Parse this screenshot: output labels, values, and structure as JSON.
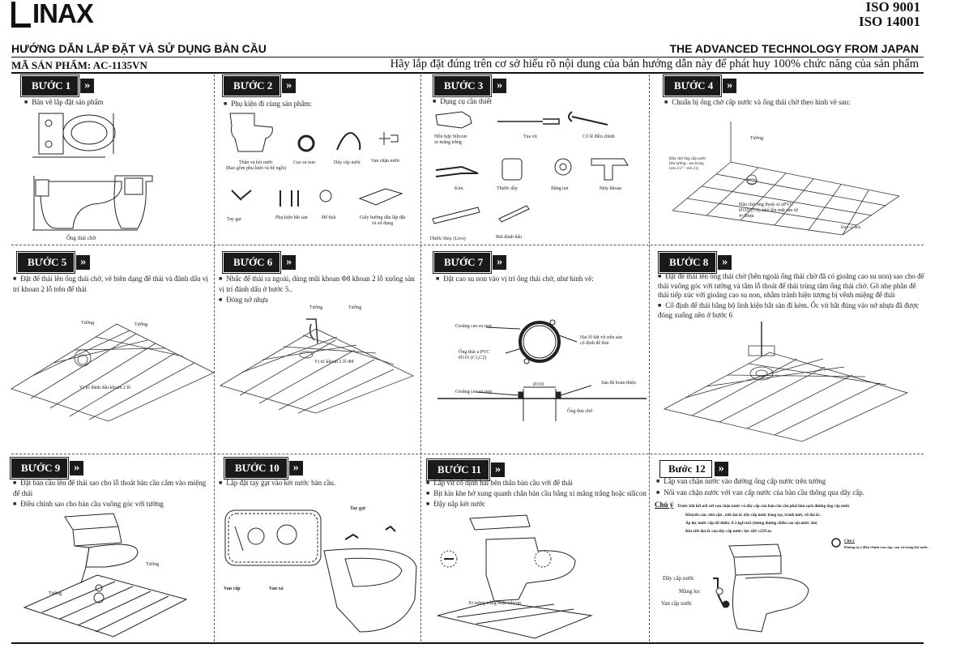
{
  "header": {
    "brand": "INAX",
    "iso1": "ISO  9001",
    "iso2": "ISO  14001",
    "title_vn": "HƯỚNG DẪN LẮP ĐẶT VÀ SỬ DỤNG BÀN CẦU",
    "title_en": "THE ADVANCED TECHNOLOGY FROM JAPAN",
    "product_code": "MÃ SẢN PHẨM: AC-1135VN",
    "slogan": "Hãy lắp đặt đúng trên cơ sở hiểu rõ nội dung của bản hướng dẫn này để phát huy 100% chức năng của sản phẩm"
  },
  "steps": {
    "s1": {
      "badge": "BƯỚC 1",
      "text": "Bản vẽ lắp đặt sản phẩm",
      "caption": "Ống thải chờ"
    },
    "s2": {
      "badge": "BƯỚC 2",
      "text": "Phụ kiện đi cùng sản phẩm:",
      "items": [
        "Thân và két nước\n(Bao gồm phụ kiện và bệ ngồi)",
        "Cao su non",
        "Dây cấp nước",
        "Van chặn nước",
        "Tay gạt",
        "Phụ kiện bắt sàn",
        "Đế thải",
        "Giấy hướng dẫn lắp đặt\nvà sử dụng"
      ]
    },
    "s3": {
      "badge": "BƯỚC 3",
      "text": "Dụng cụ cần thiết",
      "tools": [
        "Hỗn hợp Silicon/\nxi-măng trắng",
        "Tua vít",
        "Cờ lê điều chỉnh",
        "Kìm",
        "Thước dây",
        "Băng tan",
        "Máy khoan",
        "Thước thủy (Livo)",
        "Bút đánh dấu"
      ]
    },
    "s4": {
      "badge": "BƯỚC 4",
      "text": "Chuẩn bị ống chờ cấp nước và ống thải chờ theo hình vẽ sau:",
      "wall": "Tường",
      "note1": "Đầu chờ ống cấp nước\nbên tường - ren trong\n(ren 1/2\" - ren 21)",
      "note2": "Đầu chờ ống thoát xí uPVC\nØ110 (C3), nhô lên mặt sàn từ\n4~5mm",
      "unit": "Đơn vị: mm"
    },
    "s5": {
      "badge": "BƯỚC 5",
      "text": "Đặt đế thải lên ống thải chờ, vẽ biên dạng đế thải và đánh dấu vị trí khoan 2 lỗ trên đế thải",
      "wall": "Tường",
      "note": "Vị trí đánh dấu khoan 2 lỗ"
    },
    "s6": {
      "badge": "BƯỚC 6",
      "text": "Nhấc đế thải ra ngoài, dùng mũi khoan Φ8 khoan 2 lỗ xuống sàn vị trí đánh dấu ở bước 5..",
      "text2": "Đóng nở nhựa",
      "wall": "Tường",
      "note": "Vị trí khoan 2 lỗ Φ8"
    },
    "s7": {
      "badge": "BƯỚC 7",
      "text": "Đặt cao su non vào vị trí ống thải chờ, như hình vẽ:",
      "l1": "Gioăng cao su non",
      "l2": "Ống thải u.PVC\nØ110 (C1,C2)",
      "l3": "Hai lỗ bắt vít trên sàn\ncố định để thải",
      "l4": "Ø110",
      "l5": "Sàn đã hoàn thiện",
      "l6": "Gioăng cao su non",
      "l7": "Ống thải chờ"
    },
    "s8": {
      "badge": "BƯỚC 8",
      "text": "Đặt đế thải lên ống thải chờ (bên ngoài ống thải chờ đã có gioăng cao su non) sao cho đế thải vuông góc với tường và tâm lỗ thoát để thải trùng tâm ống thải chờ. Gõ nhẹ phần đế thải tiếp xúc với gioăng cao su non, nhằm tránh hiện tượng bị vênh miệng đế thải",
      "text2": "Cố định đế thải bằng bộ linh kiện bắt sàn đi kèm. Ốc vít bắt đúng vào nở nhựa đã được đóng xuống nền ở bước 6"
    },
    "s9": {
      "badge": "BƯỚC 9",
      "text": "Đặt bàn cầu lên đế thải sao cho lỗ thoát bàn cầu cắm vào miệng đế thải",
      "text2": "Điều chỉnh sao cho bàn cầu vuông góc với tường",
      "wall": "Tường"
    },
    "s10": {
      "badge": "BƯỚC 10",
      "text": "Lắp đặt tay gạt vào két nước bàn cầu.",
      "l1": "Tay gạt",
      "l2": "Van cấp",
      "l3": "Van xả"
    },
    "s11": {
      "badge": "BƯỚC 11",
      "t1": "Lắp vít cố định hai bên thân bàn cầu với đế thải",
      "t2": "Bịt kín khe hở xung quanh chân bàn cầu bằng xi măng trắng hoặc silicon",
      "t3": "Đậy nắp két nước",
      "note": "Xi măng trắng hoặc silicon"
    },
    "s12": {
      "badge": "Bước 12",
      "t1": "Lắp van chặn nước vào đường ống cấp nước trên tường",
      "t2": "Nối van chặn nước với van cấp nước của bàn cầu thông qua dây cấp.",
      "note_label": "Chú ý",
      "n1": "Trước khi kết nối với van chặn nước và dây cấp của bàn cầu cần phải làm sạch đường ống cấp nước",
      "n2": "Khuyến cáo: nên vặn , xiết đai ốc dây cấp nước bằng tay, tránh mớt, vỡ đai ốc.",
      "n3": "Áp lực nước cấp tối thiểu: 0.3 kgf/cm2 (tương đương chiều cao cột nước 3m)",
      "n4": "Khi xiết đai ốc của dây cấp nước: lực xiết ≤25N.m",
      "tip_label": "Chú ý",
      "tip": "Không tự ý điều chỉnh van cấp, van xả trong két nước.",
      "l1": "Dây cấp nước",
      "l2": "Màng lọc",
      "l3": "Van cấp nước"
    }
  }
}
